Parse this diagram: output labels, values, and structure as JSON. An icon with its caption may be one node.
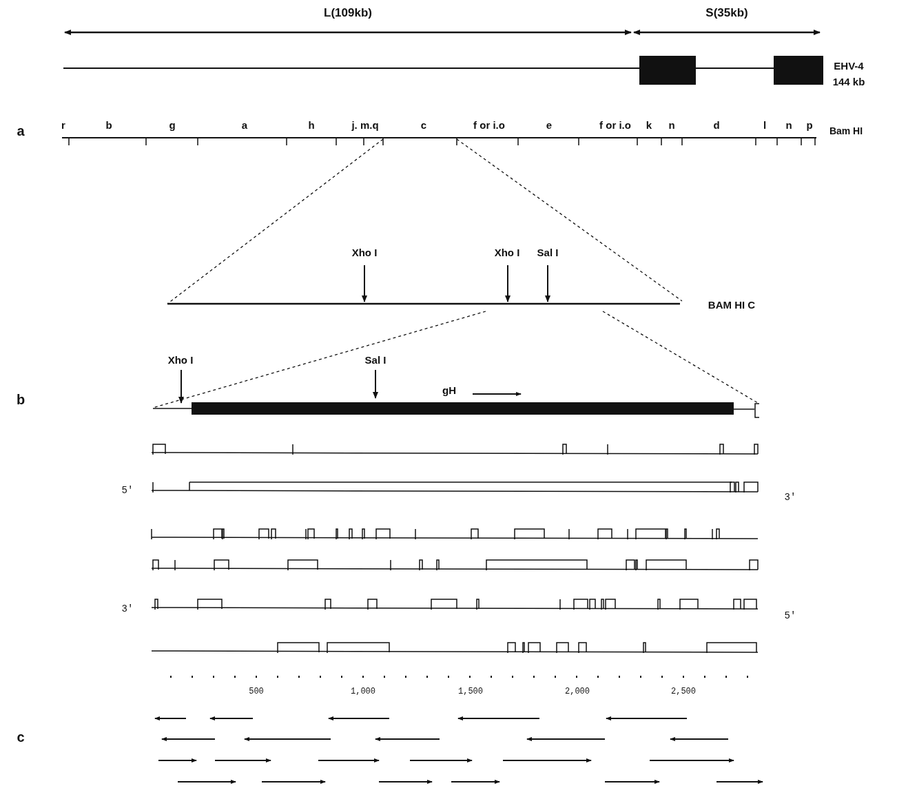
{
  "diagram": {
    "labels": [
      "L(109kb)",
      "S(35kb)",
      "EHV-4",
      "144 kb",
      "a",
      "r",
      "b",
      "g",
      "a",
      "h",
      "j. m.q",
      "c",
      "f or i.o",
      "e",
      "f or i.o",
      "k",
      "n",
      "d",
      "l",
      "n",
      "p",
      "Bam HI",
      "Xho I",
      "Xho I",
      "Sal I",
      "BAM HI C",
      "b",
      "Xho I",
      "Sal I",
      "gH",
      "5′",
      "3′",
      "3′",
      "5′",
      "500",
      "1,000",
      "1,500",
      "2,000",
      "2,500",
      "c"
    ]
  }
}
